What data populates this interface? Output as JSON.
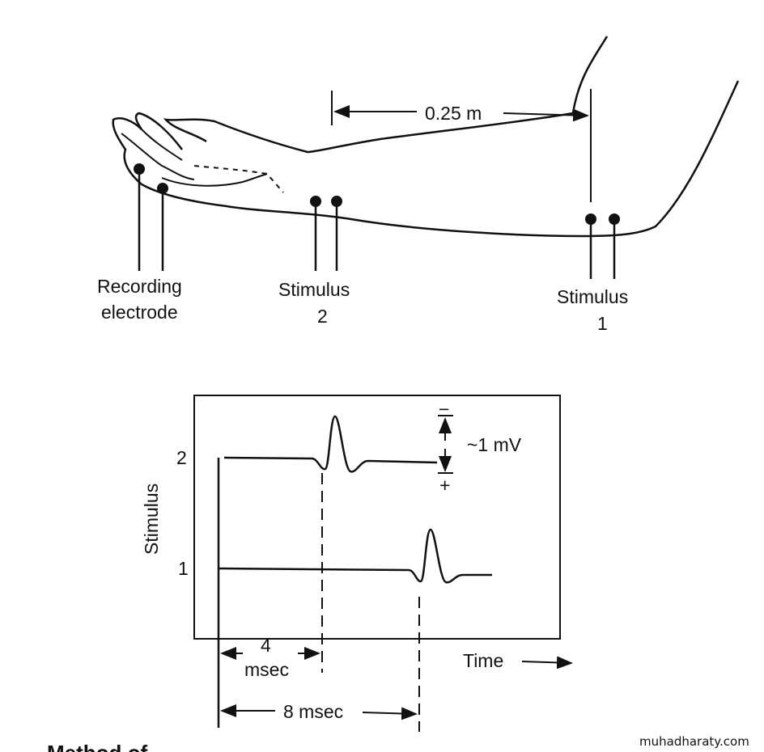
{
  "arm": {
    "distance_label": "0.25 m",
    "recording_label_1": "Recording",
    "recording_label_2": "electrode",
    "stimulus2_label": "Stimulus",
    "stimulus2_num": "2",
    "stimulus1_label": "Stimulus",
    "stimulus1_num": "1"
  },
  "scope": {
    "y_axis_label": "Stimulus",
    "trace_2_label": "2",
    "trace_1_label": "1",
    "amplitude_label": "~1 mV",
    "minus_sign": "−",
    "plus_sign": "+",
    "time_label": "Time",
    "interval_4_value": "4",
    "interval_4_unit": "msec",
    "interval_8_label": "8 msec"
  },
  "caption": "Method of",
  "watermark": "muhadharaty.com"
}
